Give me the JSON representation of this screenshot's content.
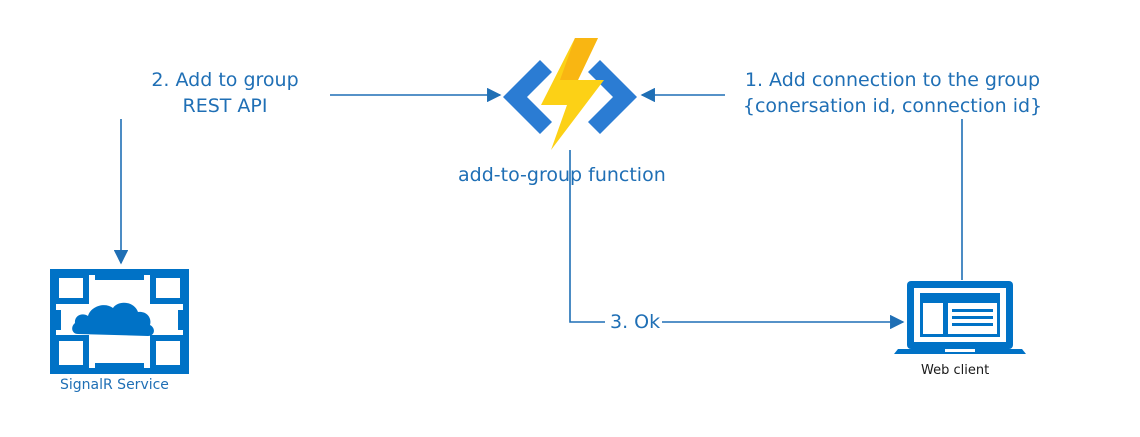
{
  "nodes": {
    "function": {
      "caption": "add-to-group function",
      "icon": "azure-function-icon"
    },
    "signalr": {
      "caption": "SignalR Service",
      "icon": "signalr-service-icon"
    },
    "webclient": {
      "caption": "Web client",
      "icon": "laptop-icon"
    }
  },
  "edges": {
    "step1": {
      "line1": "1. Add connection to the group",
      "line2": "{conersation id, connection id}"
    },
    "step2": {
      "line1": "2. Add to group",
      "line2": "REST API"
    },
    "step3": {
      "label": "3. Ok"
    }
  },
  "colors": {
    "line": "#1f6fb5",
    "icon_blue": "#0072c6",
    "bolt_yellow": "#fcd116",
    "bolt_orange": "#f7a711",
    "chevron": "#2b7cd3"
  }
}
